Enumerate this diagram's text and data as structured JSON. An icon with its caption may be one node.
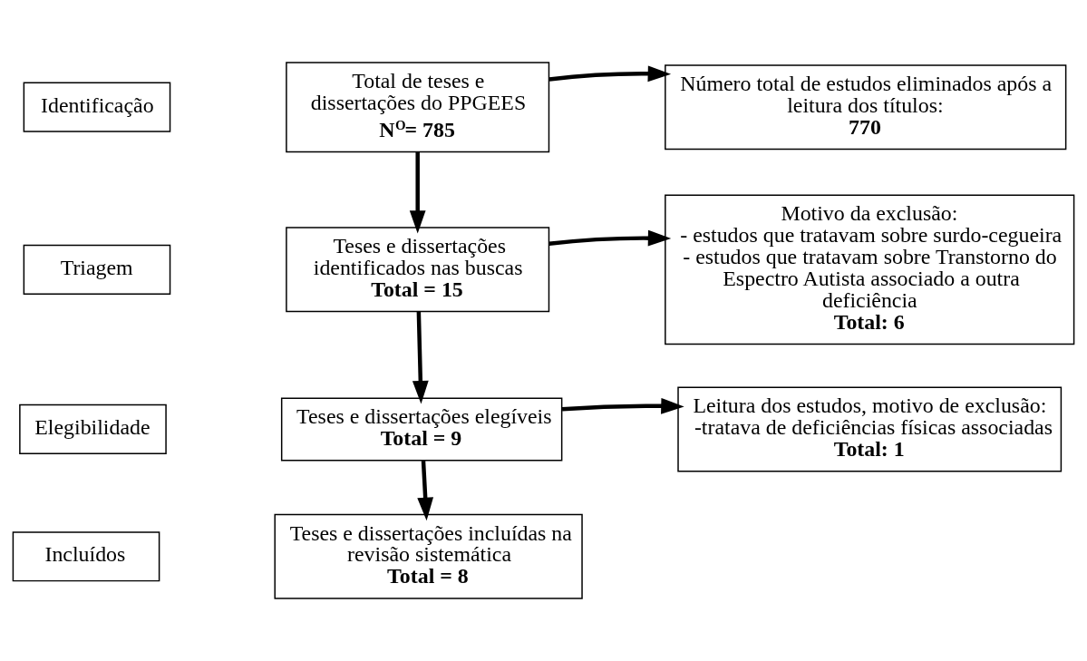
{
  "diagram": {
    "nodes": [
      {
        "text": [
          "Identificação"
        ]
      },
      {
        "text": [
          "Total de teses e dissertações do PPGEES",
          "N$^{O}$= 785"
        ]
      },
      {
        "text": [
          "Número total de estudos eliminados após a leitura dos títulos:",
          "770"
        ]
      },
      {
        "text": [
          "Triagem"
        ]
      },
      {
        "text": [
          "Teses e dissertações identificados nas buscas",
          "Total = 15"
        ]
      },
      {
        "text": [
          "Motivo da exclusão:",
          "- estudos que tratavam sobre surdo-cegueira",
          "- estudos que tratavam sobre Transtorno do Espectro Autista associado a outra deficiência",
          "Total: 6"
        ]
      },
      {
        "text": [
          "Elegibilidade"
        ]
      },
      {
        "text": [
          "Teses e dissertações elegíveis",
          "Total = 9"
        ]
      },
      {
        "text": [
          "Leitura dos estudos, motivo de exclusão:",
          "-tratava de deficiências físicas associadas",
          "Total: 1"
        ]
      },
      {
        "text": [
          "Incluídos"
        ]
      },
      {
        "text": [
          "Teses e dissertações incluídas na revisão sistemática",
          "Total = 8"
        ]
      }
    ],
    "edges": [
      {
        "from": 1,
        "to": 2,
        "arrow": "to"
      },
      {
        "from": 1,
        "to": 4,
        "arrow": "to"
      },
      {
        "from": 4,
        "to": 5,
        "arrow": "to"
      },
      {
        "from": 4,
        "to": 7,
        "arrow": "to"
      },
      {
        "from": 7,
        "to": 8,
        "arrow": "to"
      },
      {
        "from": 7,
        "to": 10,
        "arrow": "to"
      }
    ]
  }
}
